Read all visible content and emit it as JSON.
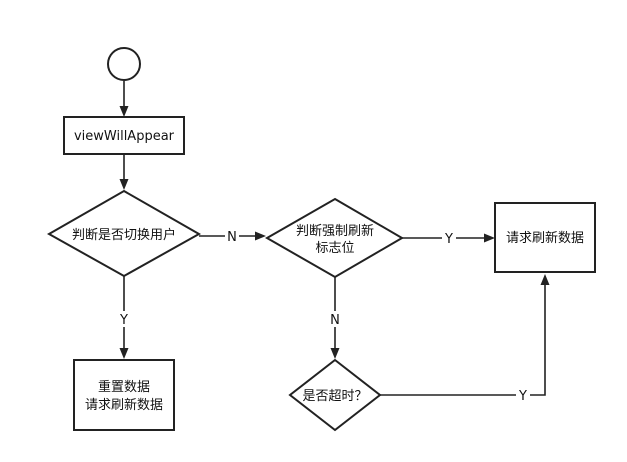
{
  "flowchart": {
    "nodes": {
      "start": {
        "shape": "circle"
      },
      "view_will_appear": {
        "shape": "rectangle",
        "text": "viewWillAppear"
      },
      "check_user_switch": {
        "shape": "diamond",
        "text": "判断是否切换用户"
      },
      "check_force_refresh": {
        "shape": "diamond",
        "lines": [
          "判断强制刷新",
          "标志位"
        ]
      },
      "request_refresh": {
        "shape": "rectangle",
        "text": "请求刷新数据"
      },
      "reset_and_request": {
        "shape": "rectangle",
        "lines": [
          "重置数据",
          "请求刷新数据"
        ]
      },
      "check_timeout": {
        "shape": "diamond",
        "text": "是否超时？"
      }
    },
    "edges": [
      {
        "from": "start",
        "to": "view_will_appear",
        "label": ""
      },
      {
        "from": "view_will_appear",
        "to": "check_user_switch",
        "label": ""
      },
      {
        "from": "check_user_switch",
        "to": "check_force_refresh",
        "label": "N"
      },
      {
        "from": "check_user_switch",
        "to": "reset_and_request",
        "label": "Y"
      },
      {
        "from": "check_force_refresh",
        "to": "request_refresh",
        "label": "Y"
      },
      {
        "from": "check_force_refresh",
        "to": "check_timeout",
        "label": "N"
      },
      {
        "from": "check_timeout",
        "to": "request_refresh",
        "label": "Y"
      }
    ]
  }
}
